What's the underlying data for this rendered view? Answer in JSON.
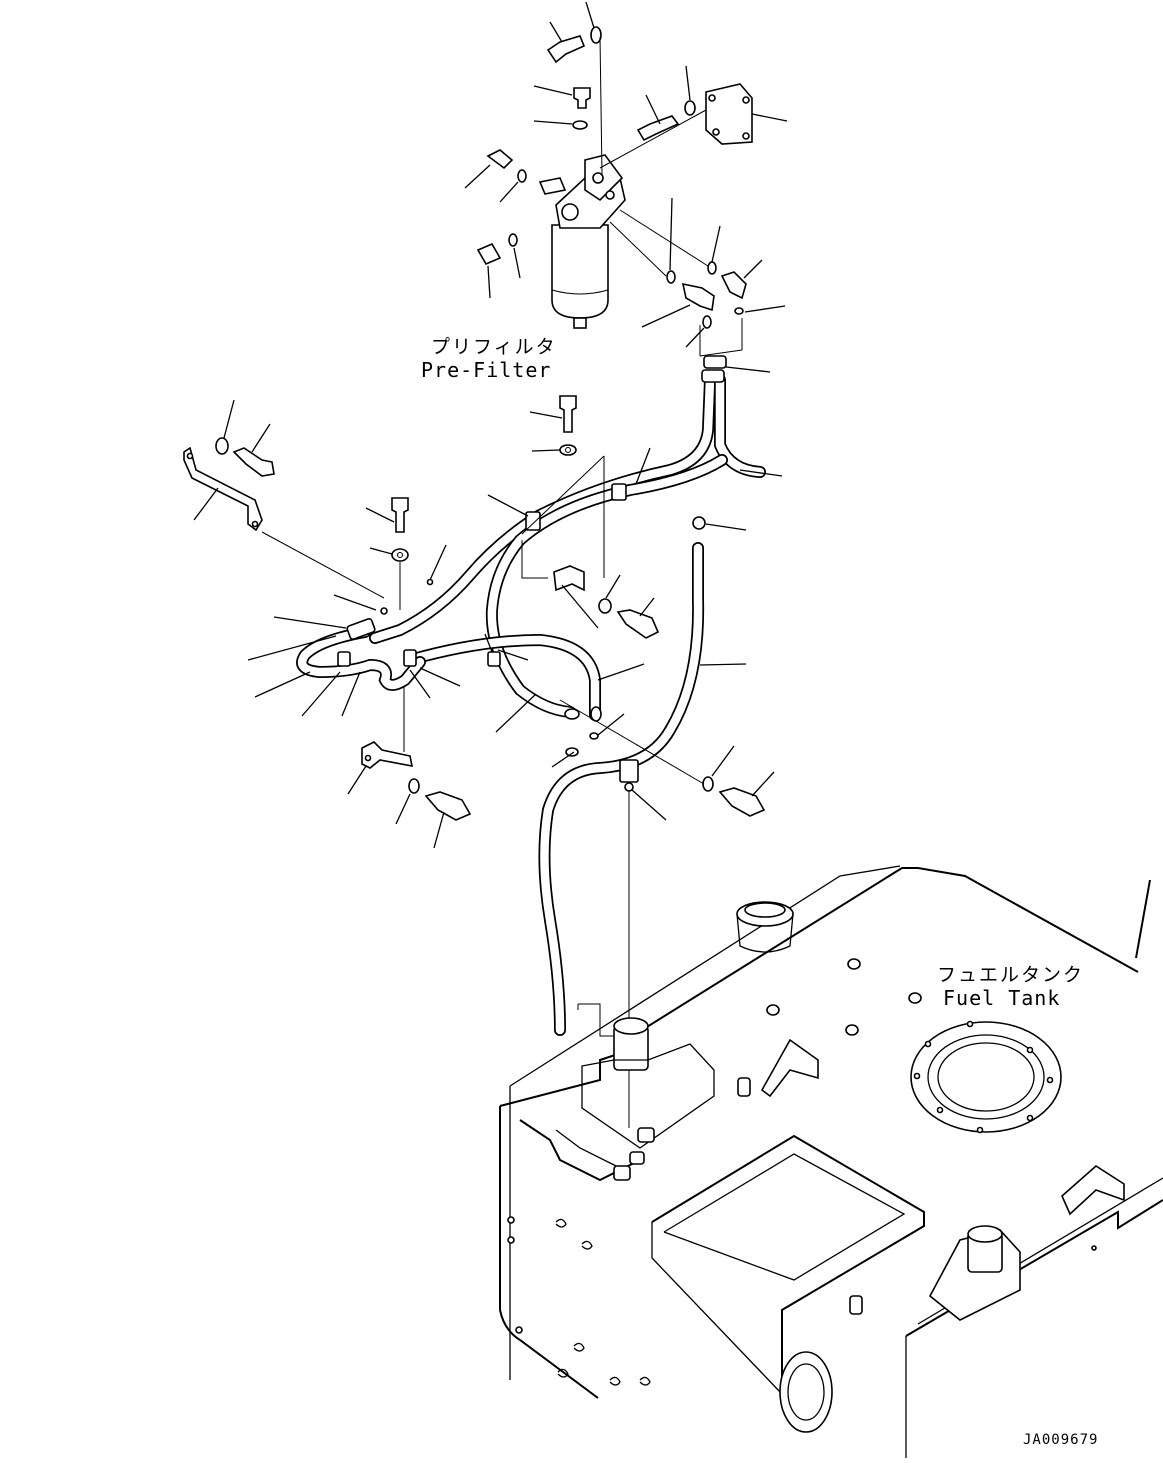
{
  "labels": {
    "prefilter_jp": "プリフィルタ",
    "prefilter_en": "Pre-Filter",
    "fueltank_jp": "フュエルタンク",
    "fueltank_en": "Fuel Tank",
    "drawing_ref": "JA009679"
  },
  "icons": [
    "fuel-prefilter-assembly",
    "fuel-hose",
    "clamp",
    "bolt",
    "washer",
    "o-ring",
    "bracket",
    "fuel-tank"
  ]
}
